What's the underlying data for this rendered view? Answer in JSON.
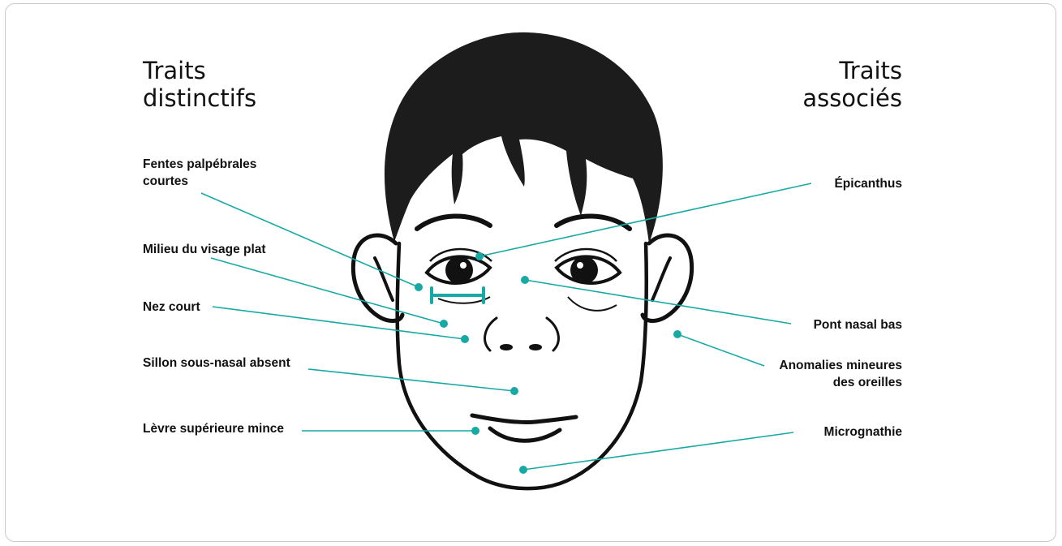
{
  "headings": {
    "left": [
      "Traits",
      "distinctifs"
    ],
    "right": [
      "Traits",
      "associés"
    ]
  },
  "labels": {
    "fentes": [
      "Fentes palpébrales",
      "courtes"
    ],
    "milieu": "Milieu du visage plat",
    "nez": "Nez court",
    "sillon": "Sillon sous-nasal absent",
    "levre": "Lèvre supérieure mince",
    "epicanthus": "Épicanthus",
    "pont": "Pont nasal bas",
    "oreilles": [
      "Anomalies mineures",
      "des oreilles"
    ],
    "micrognathie": "Micrognathie"
  },
  "colors": {
    "accent": "#17a9a3",
    "ink": "#111111",
    "hair": "#1c1c1c"
  }
}
